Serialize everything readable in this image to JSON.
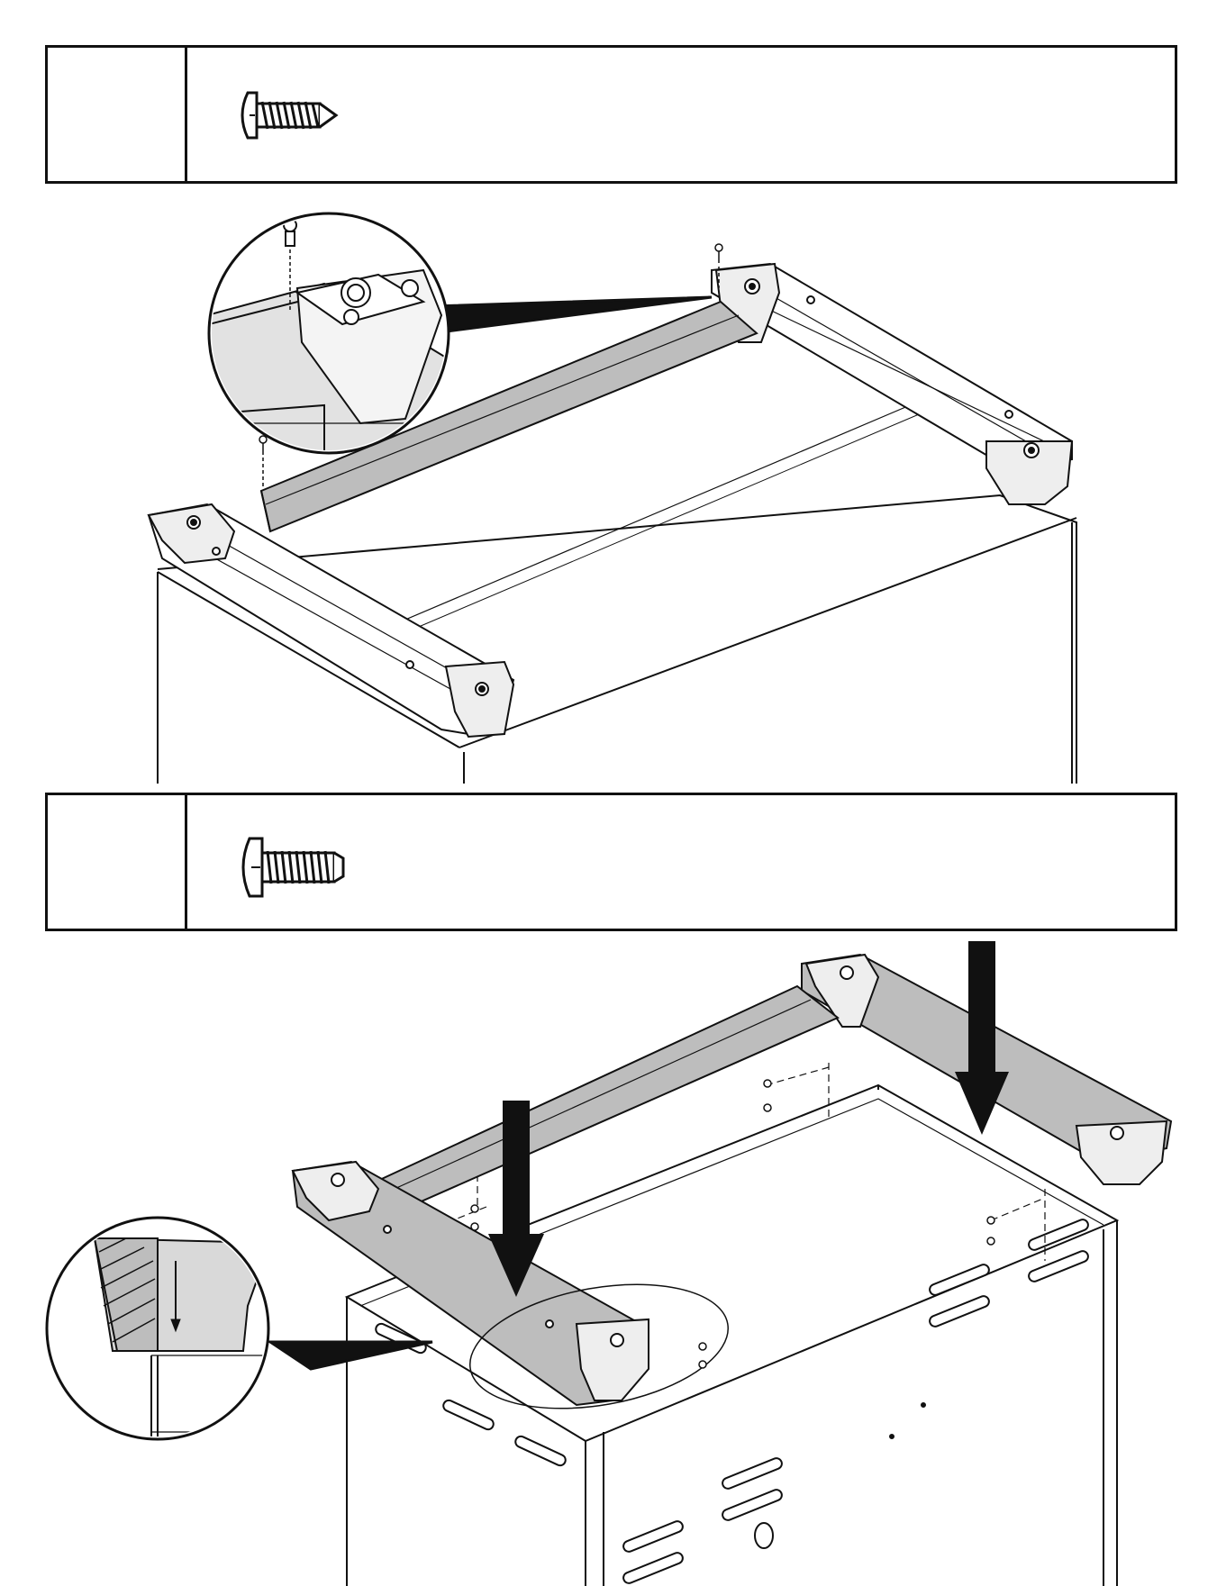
{
  "steps": [
    {
      "id": "step-a",
      "hardware": "tapping-screw"
    },
    {
      "id": "step-b",
      "hardware": "machine-screw"
    }
  ],
  "colors": {
    "line": "#111111",
    "rail_fill": "#bdbdbd",
    "detail_fill": "#d9d9d9",
    "panel_fill": "#ffffff"
  },
  "icons": [
    "screw-icon",
    "arrow-down-icon",
    "detail-magnifier"
  ]
}
